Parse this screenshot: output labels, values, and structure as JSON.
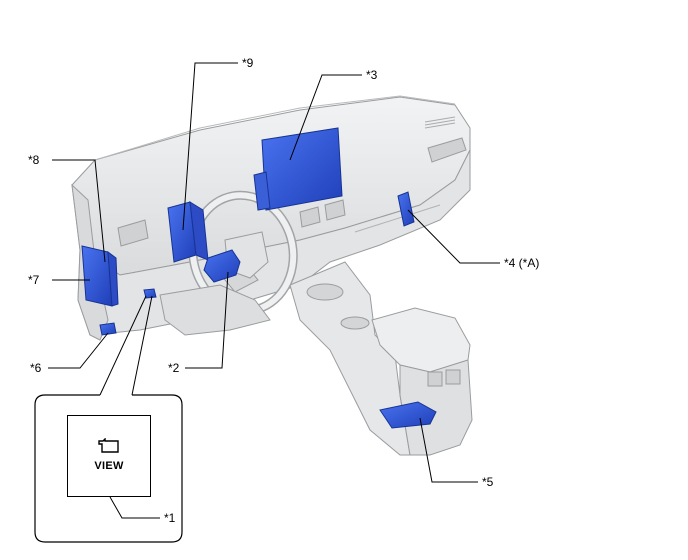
{
  "callouts": {
    "c1": "*1",
    "c2": "*2",
    "c3": "*3",
    "c4": "*4 (*A)",
    "c5": "*5",
    "c6": "*6",
    "c7": "*7",
    "c8": "*8",
    "c9": "*9"
  },
  "view": {
    "label": "VIEW"
  },
  "colors": {
    "highlight": "#2a53d8",
    "body": "#e8e9ea",
    "outline": "#9a9c9e"
  },
  "icons": [
    "camera-view-icon"
  ]
}
